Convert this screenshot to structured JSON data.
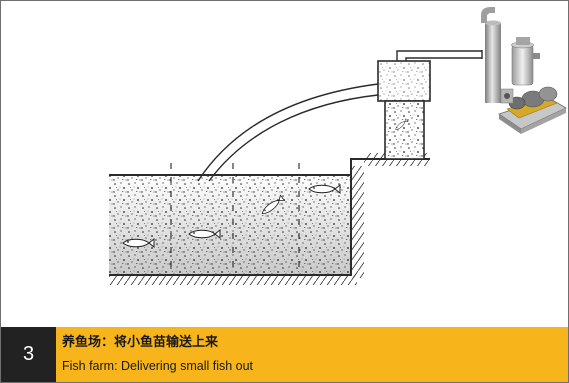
{
  "step": {
    "number": "3"
  },
  "caption": {
    "title_zh": "养鱼场：将小鱼苗输送上来",
    "title_en": "Fish farm: Delivering small fish out"
  },
  "colors": {
    "caption_bg": "#f7b51b",
    "step_bg": "#222222",
    "line": "#2b2b2b",
    "water_top": "#ffffff",
    "water_bottom": "#c9c9c9",
    "pump_body": "#a9a9a9",
    "pump_base": "#d4a829"
  },
  "icons": [
    "fish-icon",
    "pump-machine-icon",
    "separator-tank-icon"
  ]
}
